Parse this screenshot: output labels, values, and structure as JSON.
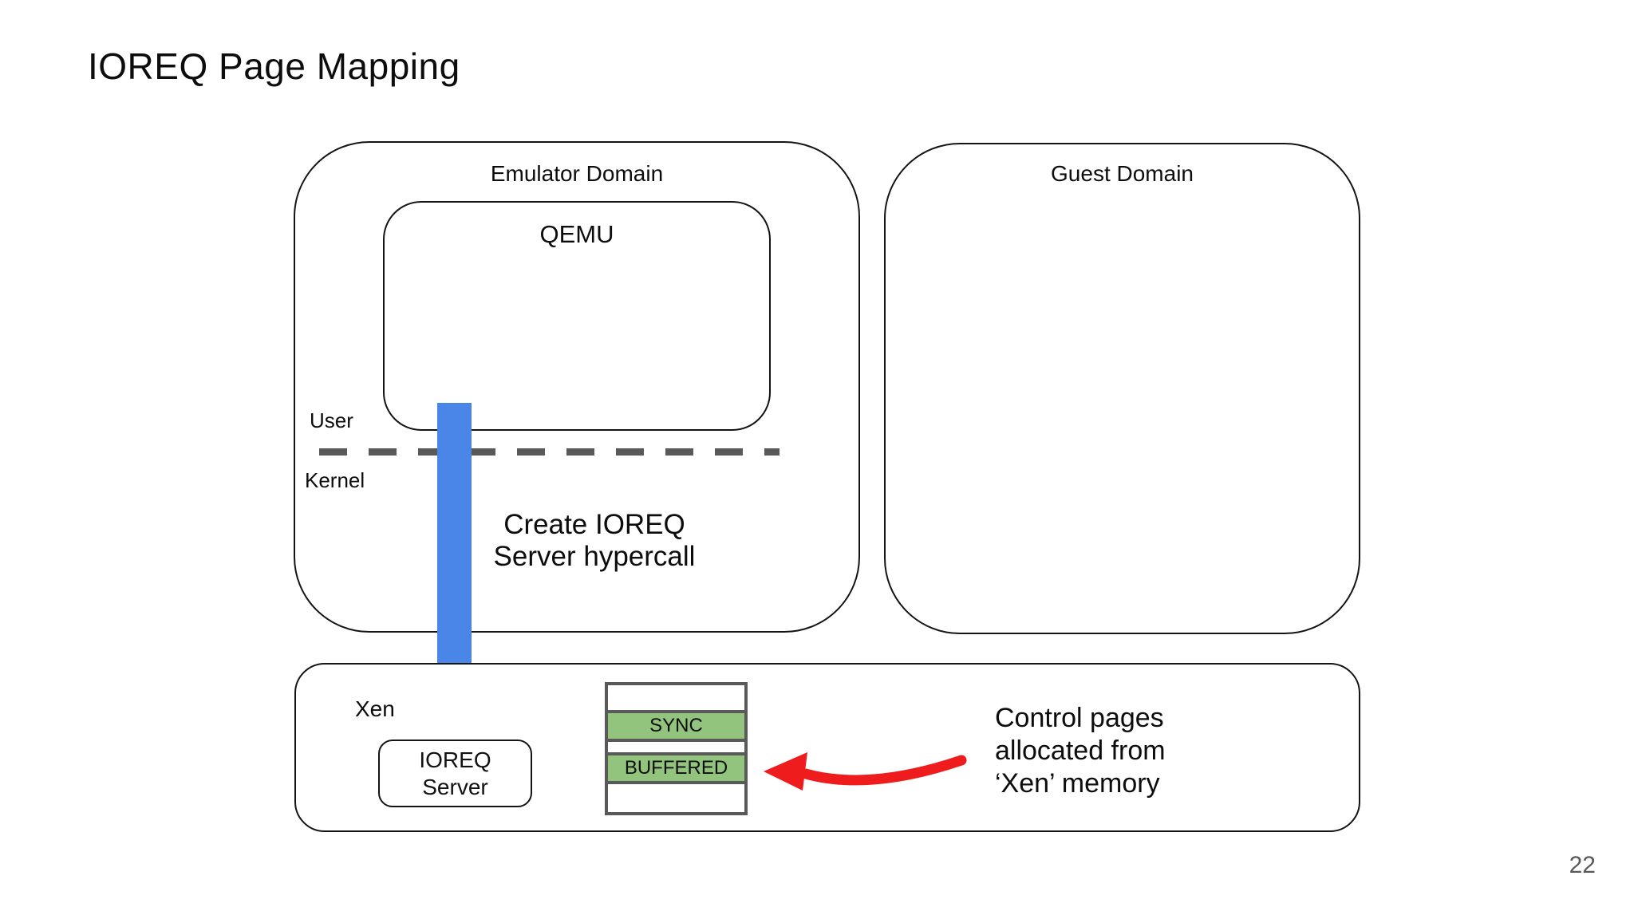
{
  "colors": {
    "arrow_blue": "#4a86e8",
    "arrow_red": "#ee1c1c",
    "cell_green": "#93c47d",
    "border_gray": "#595959"
  },
  "slide": {
    "title": "IOREQ Page Mapping",
    "page_number": "22"
  },
  "emulator_domain": {
    "label": "Emulator Domain",
    "qemu_label": "QEMU",
    "user_label": "User",
    "kernel_label": "Kernel",
    "hypercall_caption": "Create IOREQ\nServer hypercall"
  },
  "guest_domain": {
    "label": "Guest Domain"
  },
  "xen": {
    "label": "Xen",
    "ioreq_server_label": "IOREQ\nServer",
    "page_stack": {
      "sync_label": "SYNC",
      "buffered_label": "BUFFERED"
    },
    "annotation": "Control pages\nallocated from\n‘Xen’ memory"
  }
}
